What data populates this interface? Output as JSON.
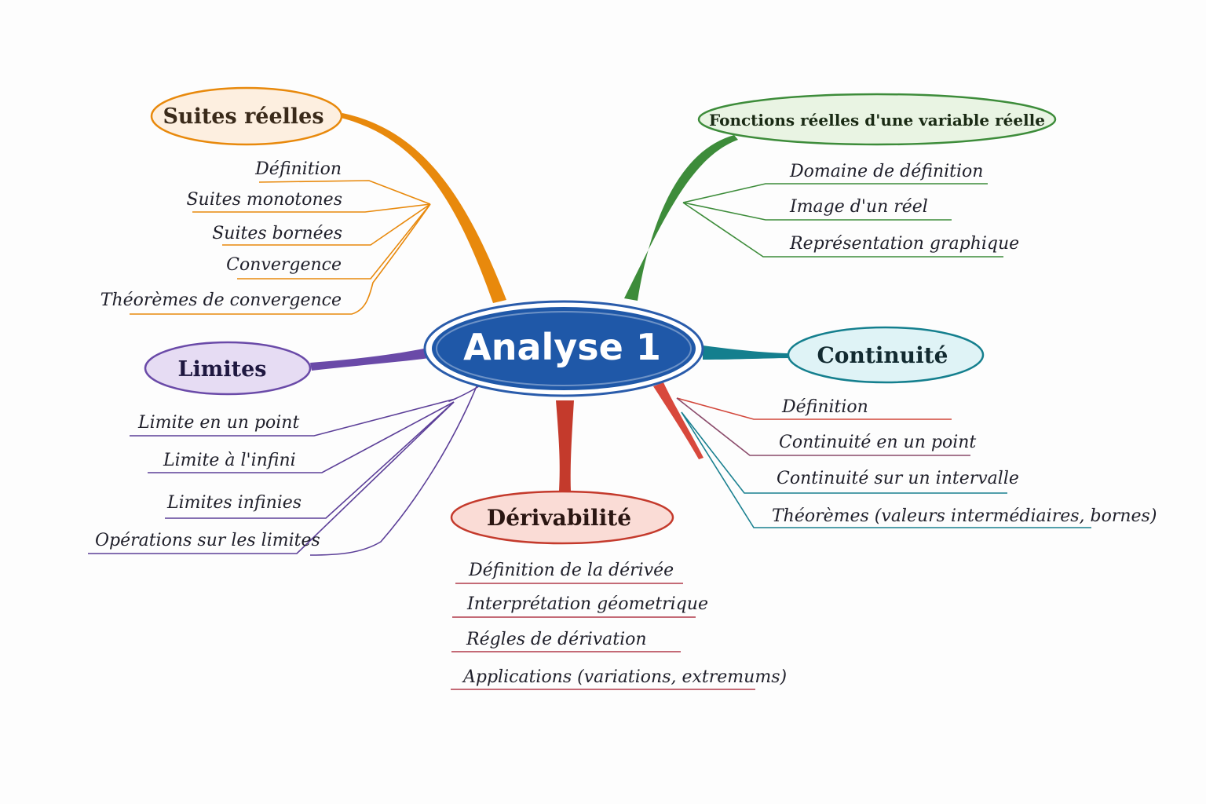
{
  "center": {
    "label": "Analyse 1"
  },
  "branches": {
    "suites": {
      "label": "Suites réelles",
      "color": "#e8890c",
      "fill": "#fdefe0",
      "items": [
        "Définition",
        "Suites monotones",
        "Suites bornées",
        "Convergence",
        "Théorèmes de convergence"
      ]
    },
    "fonctions": {
      "label": "Fonctions réelles d'une variable réelle",
      "color": "#3d8c3a",
      "fill": "#e9f4e3",
      "items": [
        "Domaine de définition",
        "Image d'un réel",
        "Représentation graphique"
      ]
    },
    "limites": {
      "label": "Limites",
      "color": "#6a4aa8",
      "fill": "#e6dcf3",
      "items": [
        "Limite en un point",
        "Limite à l'infini",
        "Limites infinies",
        "Opérations sur les limites"
      ]
    },
    "continuite": {
      "label": "Continuité",
      "color": "#147f8e",
      "fill": "#dff3f6",
      "items": [
        "Définition",
        "Continuité en un point",
        "Continuité sur un intervalle",
        "Théorèmes (valeurs intermédiaires, bornes)"
      ]
    },
    "derivabilite": {
      "label": "Dérivabilité",
      "color": "#c43a2c",
      "fill": "#fadcd6",
      "items": [
        "Définition de la dérivée",
        "Interprétation géometrique",
        "Régles de dérivation",
        "Applications (variations, extremums)"
      ]
    }
  }
}
